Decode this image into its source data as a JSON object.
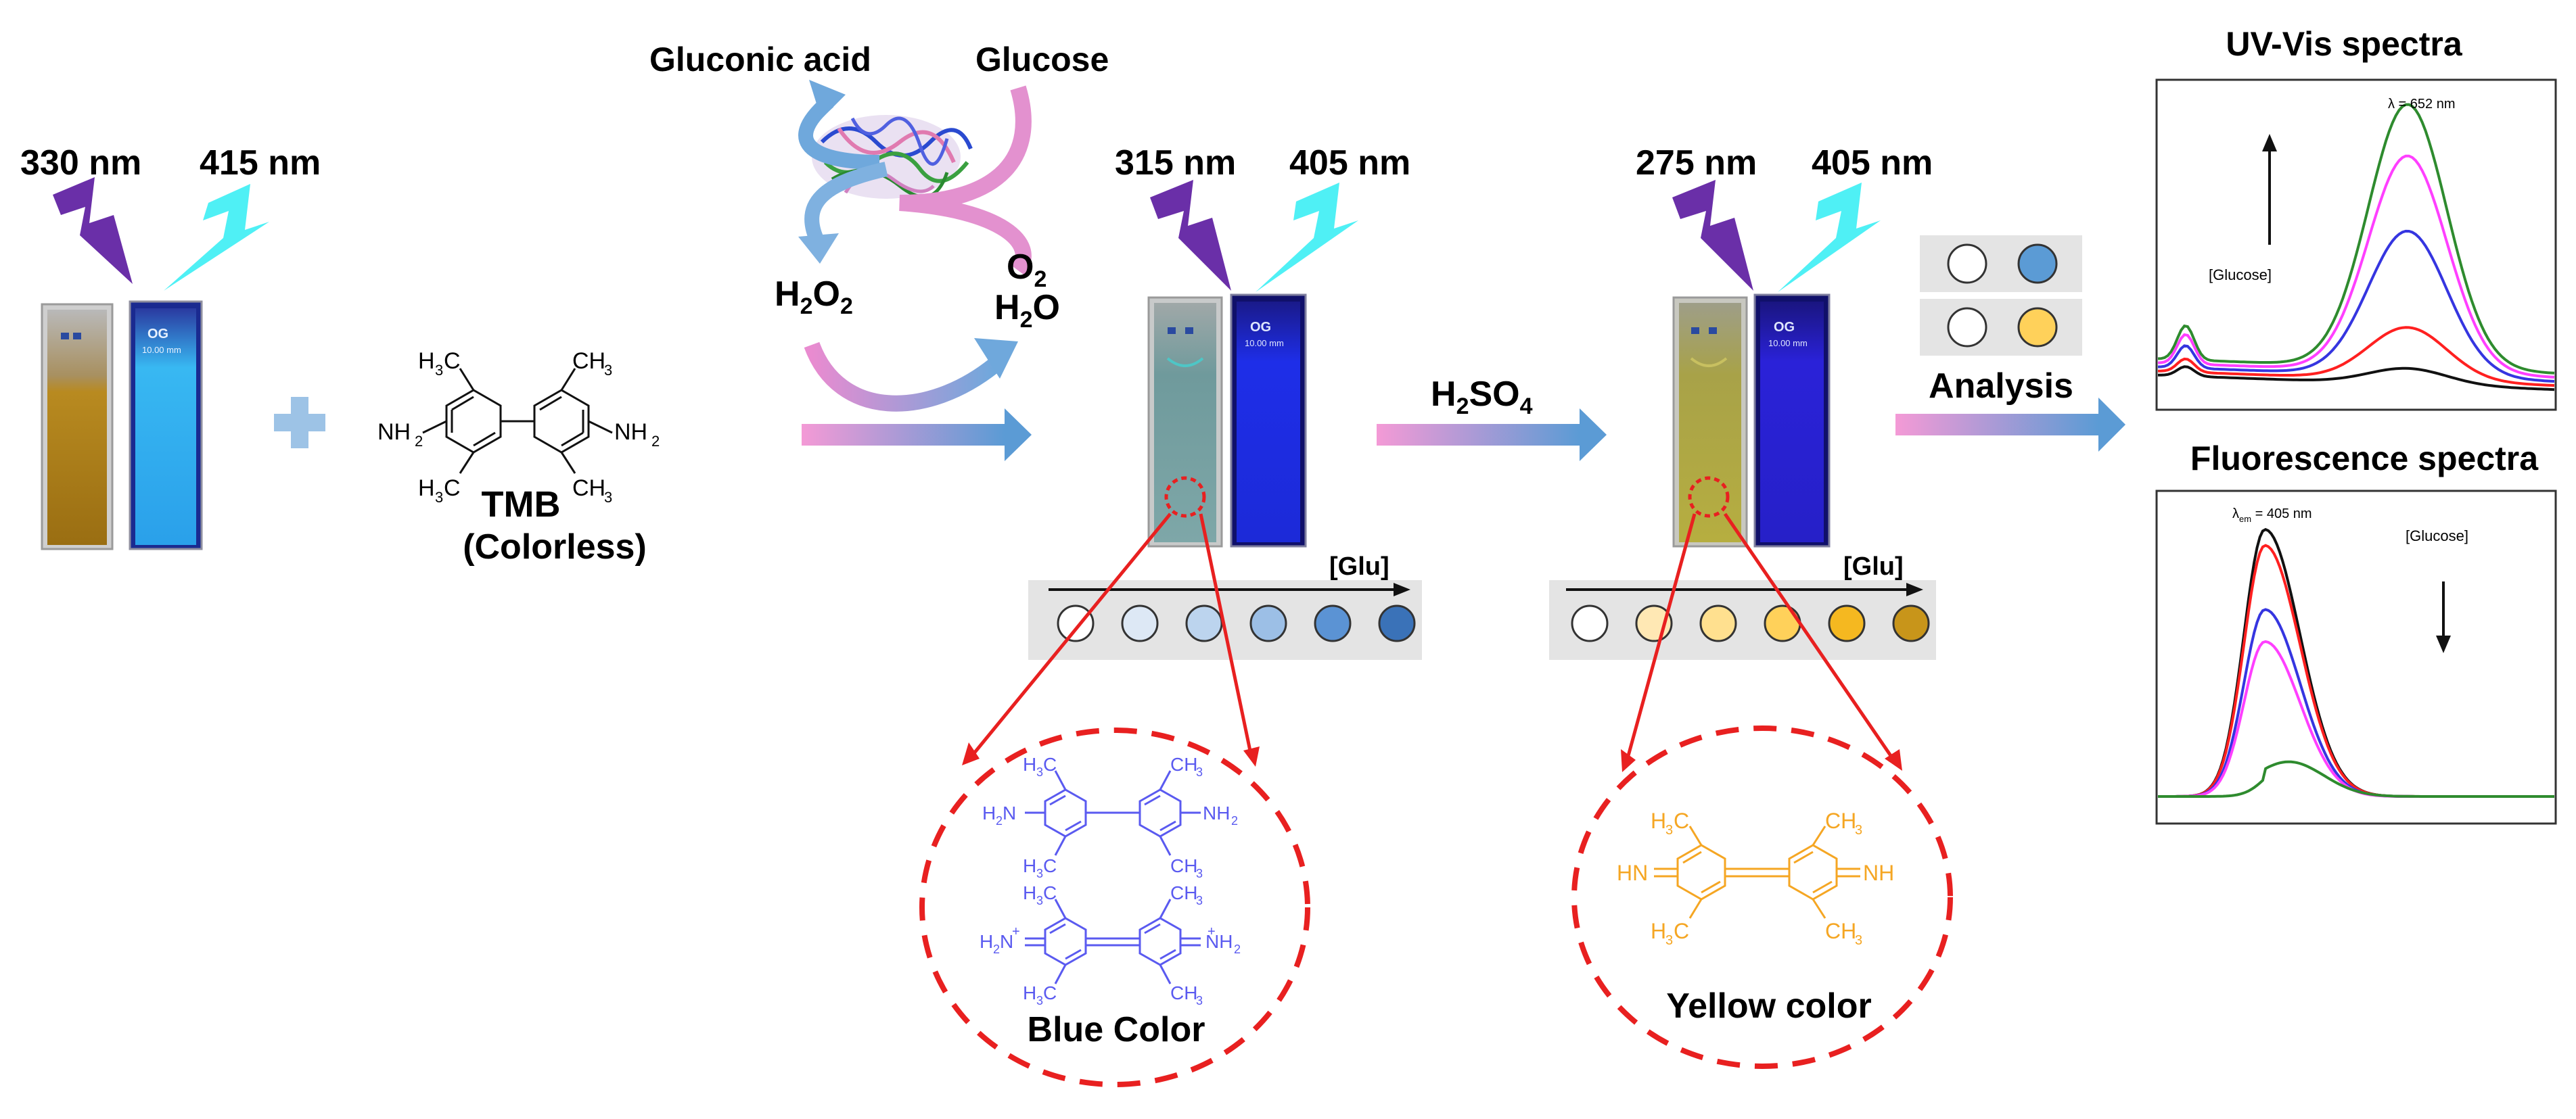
{
  "labels": {
    "nm330": "330 nm",
    "nm415": "415 nm",
    "nm315": "315 nm",
    "nm405a": "405 nm",
    "nm275": "275 nm",
    "nm405b": "405 nm",
    "gluconic_acid": "Gluconic acid",
    "glucose": "Glucose",
    "h2o2_main": "H",
    "h2o2_sub1": "2",
    "h2o2_o": "O",
    "h2o2_sub2": "2",
    "o2_main": "O",
    "o2_sub": "2",
    "h2o_h": "H",
    "h2o_sub": "2",
    "h2o_o": "O",
    "tmb_name": "TMB",
    "tmb_note": "(Colorless)",
    "h2so4_h": "H",
    "h2so4_sub1": "2",
    "h2so4_so": "SO",
    "h2so4_sub2": "4",
    "analysis": "Analysis",
    "glu_scale_1": "[Glu]",
    "glu_scale_2": "[Glu]",
    "blue_color": "Blue Color",
    "yellow_color": "Yellow color",
    "uv_title": "UV-Vis  spectra",
    "uv_peak": "λ = 652 nm",
    "uv_glucose": "[Glucose]",
    "fl_title": "Fluorescence spectra",
    "fl_peak_lambda": "λ",
    "fl_peak_sub": "em",
    "fl_peak_value": " = 405 nm",
    "fl_glucose": "[Glucose]",
    "cuvette_text": "OG",
    "cuvette_path": "10.00 mm",
    "ch3": "CH",
    "h3c": "H",
    "sub3": "3",
    "c_letter": "C",
    "nh2": "NH",
    "h2n": "H",
    "n_letter": "N",
    "sub2": "2",
    "hn": "HN",
    "nh": "NH",
    "plus_sign": "+"
  },
  "colors": {
    "violet": "#6a2fa8",
    "cyan": "#4ff0f5",
    "red_dash": "#e82020",
    "blue_structure": "#5a5af0",
    "orange_structure": "#f5a623",
    "arrow_pink": "#f49ad6",
    "arrow_blue": "#5b9bd5",
    "plus_blue": "#9dc3e6"
  },
  "blue_scale": [
    "#ffffff",
    "#dde8f5",
    "#bcd4ee",
    "#9cbfe6",
    "#5b93d4",
    "#3a72b8"
  ],
  "yellow_scale": [
    "#ffffff",
    "#ffe8b4",
    "#ffe08f",
    "#ffd15a",
    "#f5b820",
    "#c8951a"
  ],
  "analysis_dots": [
    [
      "#ffffff",
      "#5b9bd5"
    ],
    [
      "#ffffff",
      "#ffd15a"
    ]
  ],
  "uv_series": [
    {
      "color": "#2e8b2e",
      "peak": 1.0
    },
    {
      "color": "#ff3fff",
      "peak": 0.82
    },
    {
      "color": "#3535e0",
      "peak": 0.55
    },
    {
      "color": "#ff2020",
      "peak": 0.2
    },
    {
      "color": "#111111",
      "peak": 0.06
    }
  ],
  "fl_series": [
    {
      "color": "#111111",
      "peak": 1.0
    },
    {
      "color": "#ff2020",
      "peak": 0.94
    },
    {
      "color": "#3535e0",
      "peak": 0.7
    },
    {
      "color": "#ff3fff",
      "peak": 0.58
    },
    {
      "color": "#2e8b2e",
      "peak": 0.13
    }
  ]
}
